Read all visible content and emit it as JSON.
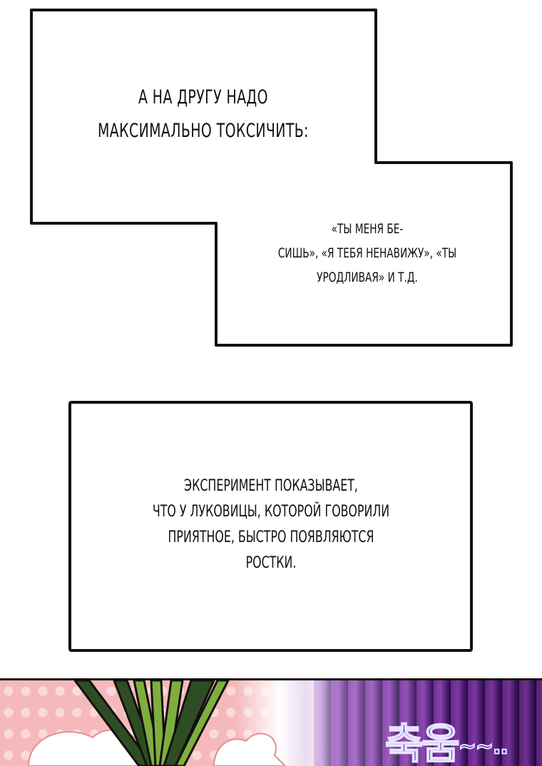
{
  "panels": [
    {
      "id": "caption-box-1",
      "lines": [
        "А НА ДРУГУ НАДО",
        "МАКСИМАЛЬНО ТОКСИЧИТЬ:"
      ]
    },
    {
      "id": "caption-box-2",
      "lines": [
        "«ТЫ МЕНЯ БЕ-",
        "СИШЬ», «Я ТЕБЯ НЕНАВИЖУ», «ТЫ",
        "УРОДЛИВАЯ» И Т.Д."
      ]
    },
    {
      "id": "caption-box-3",
      "lines": [
        "ЭКСПЕРИМЕНТ ПОКАЗЫВАЕТ,",
        "ЧТО У ЛУКОВИЦЫ, КОТОРОЙ ГОВОРИЛИ",
        "ПРИЯТНОЕ, БЫСТРО ПОЯВЛЯЮТСЯ",
        "РОСТКИ."
      ]
    }
  ],
  "artwork": {
    "sfx_main": "축움",
    "sfx_tail": "~~..",
    "colors": {
      "border": "#111111",
      "pink_bg": "#f6b9bb",
      "purple_bg": "#7a2aa8",
      "leaf_dark": "#2f4d22",
      "leaf_light": "#7fae3e",
      "sfx_fill": "#3b2a9e"
    }
  }
}
